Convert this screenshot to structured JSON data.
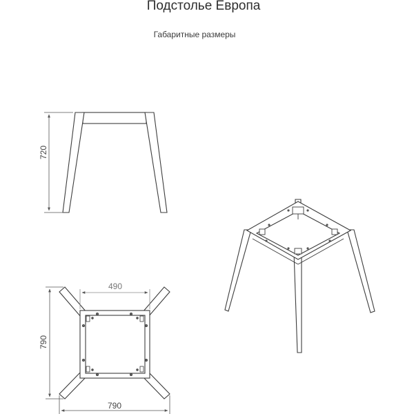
{
  "title": "Подстолье Европа",
  "subtitle": "Габаритные размеры",
  "dimensions": {
    "height": "720",
    "top_frame_width": "490",
    "plan_depth": "790",
    "plan_width": "790"
  },
  "colors": {
    "line": "#3c3c3c",
    "dimension": "#555555",
    "frame_fill": "#ffffff"
  }
}
